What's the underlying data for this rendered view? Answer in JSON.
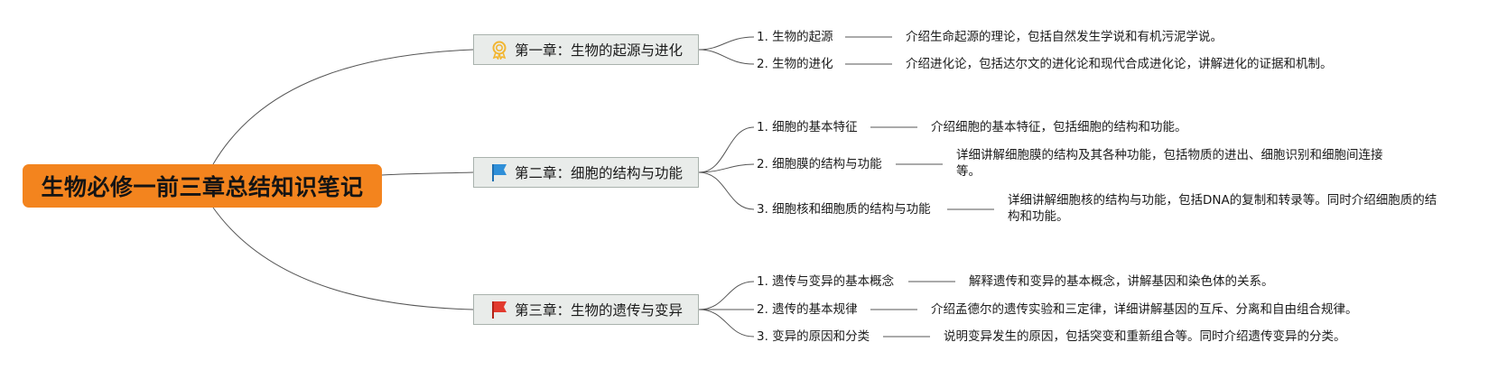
{
  "root": {
    "title": "生物必修一前三章总结知识笔记"
  },
  "chapters": [
    {
      "label": "第一章：生物的起源与进化",
      "icon": "award-icon",
      "sections": [
        {
          "label": "1. 生物的起源",
          "desc": "介绍生命起源的理论，包括自然发生学说和有机污泥学说。",
          "desc2": ""
        },
        {
          "label": "2. 生物的进化",
          "desc": "介绍进化论，包括达尔文的进化论和现代合成进化论，讲解进化的证据和机制。",
          "desc2": ""
        }
      ]
    },
    {
      "label": "第二章：细胞的结构与功能",
      "icon": "blue-flag-icon",
      "sections": [
        {
          "label": "1. 细胞的基本特征",
          "desc": "介绍细胞的基本特征，包括细胞的结构和功能。",
          "desc2": ""
        },
        {
          "label": "2. 细胞膜的结构与功能",
          "desc": "详细讲解细胞膜的结构及其各种功能，包括物质的进出、细胞识别和细胞间连接",
          "desc2": "等。"
        },
        {
          "label": "3. 细胞核和细胞质的结构与功能",
          "desc": "详细讲解细胞核的结构与功能，包括DNA的复制和转录等。同时介绍细胞质的结",
          "desc2": "构和功能。"
        }
      ]
    },
    {
      "label": "第三章：生物的遗传与变异",
      "icon": "red-flag-icon",
      "sections": [
        {
          "label": "1. 遗传与变异的基本概念",
          "desc": "解释遗传和变异的基本概念，讲解基因和染色体的关系。",
          "desc2": ""
        },
        {
          "label": "2. 遗传的基本规律",
          "desc": "介绍孟德尔的遗传实验和三定律，详细讲解基因的互斥、分离和自由组合规律。",
          "desc2": ""
        },
        {
          "label": "3. 变异的原因和分类",
          "desc": "说明变异发生的原因，包括突变和重新组合等。同时介绍遗传变异的分类。",
          "desc2": ""
        }
      ]
    }
  ],
  "colors": {
    "root": "#f3841e",
    "chapter_bg": "#e9ecea",
    "chapter_border": "#a9b2ad",
    "line": "#555555",
    "blue_flag": "#2f8fd8",
    "red_flag": "#e23a2e",
    "award": "#f2b632"
  }
}
